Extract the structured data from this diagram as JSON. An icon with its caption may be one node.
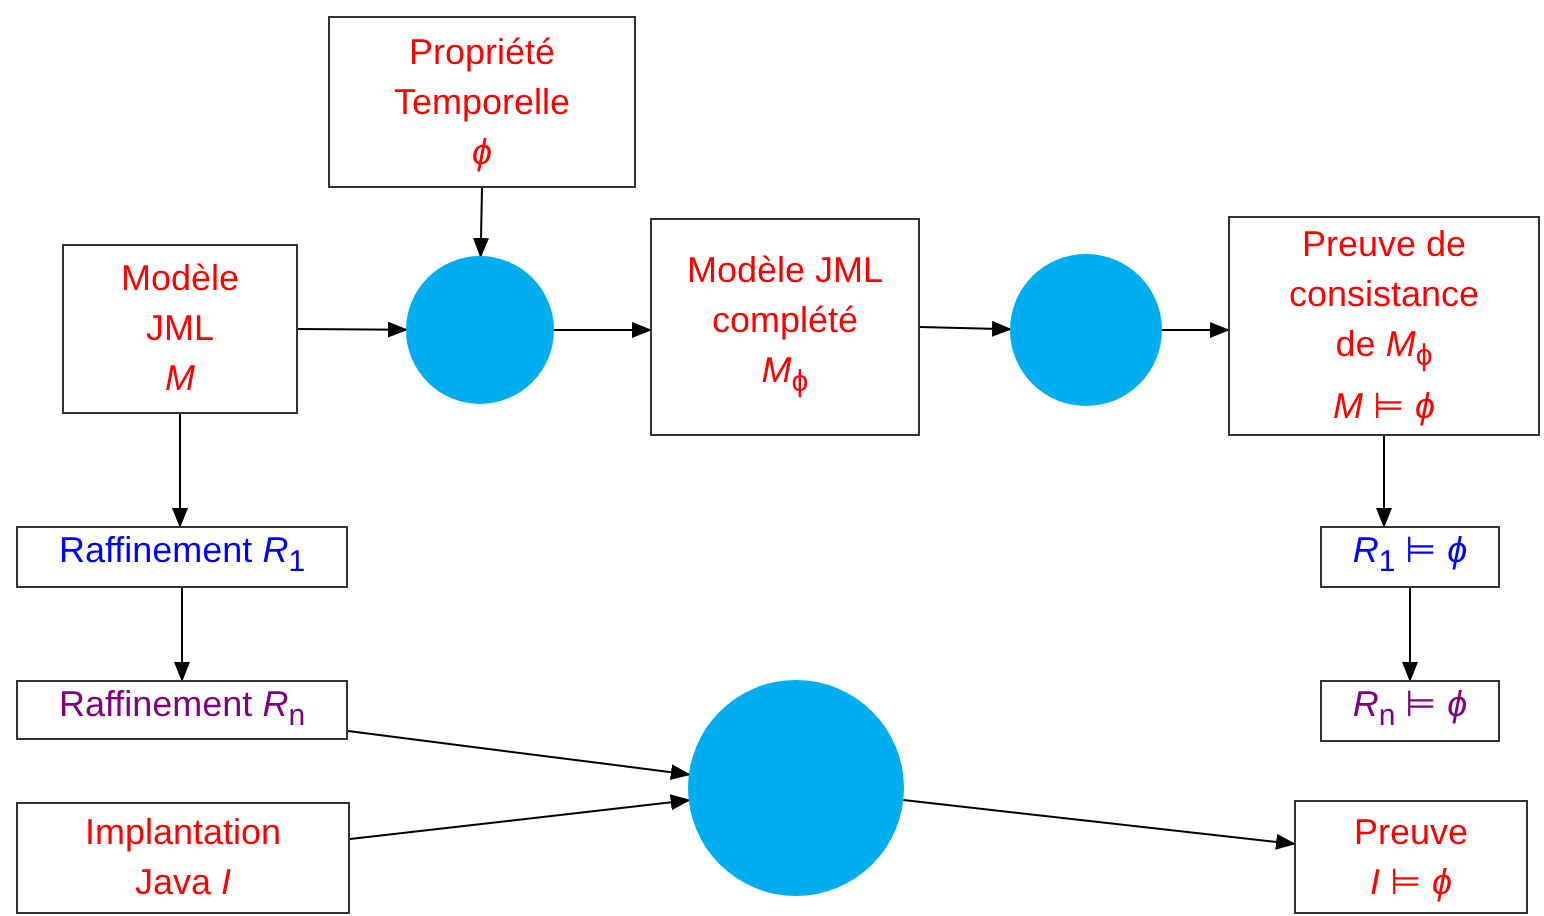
{
  "diagram": {
    "nodes": [
      {
        "text": [
          "Propriété Temporelle",
          "*ϕ*"
        ]
      },
      {
        "text": [
          "Modèle JML",
          "*M*"
        ]
      },
      {
        "text": [],
        "shape": "circle"
      },
      {
        "text": [
          "Modèle JML complété",
          "*M*$_{ϕ}$"
        ]
      },
      {
        "text": [],
        "shape": "circle"
      },
      {
        "text": [
          "Preuve de consistance de *M*$_{ϕ}$",
          "*M* ⊨ *ϕ*"
        ]
      },
      {
        "text": [
          "Raffinement *R*$_{1}$"
        ]
      },
      {
        "text": [
          "*R*$_{1}$ ⊨ *ϕ*"
        ]
      },
      {
        "text": [
          "Raffinement *R*$_{n}$"
        ]
      },
      {
        "text": [
          "*R*$_{n}$ ⊨ *ϕ*"
        ]
      },
      {
        "text": [],
        "shape": "circle"
      },
      {
        "text": [
          "Implantation Java *I*"
        ]
      },
      {
        "text": [
          "Preuve",
          "*I* ⊨ *ϕ*"
        ]
      }
    ],
    "edges": [
      {
        "from": 0,
        "to": 2,
        "arrow": "to"
      },
      {
        "from": 1,
        "to": 2,
        "arrow": "to"
      },
      {
        "from": 2,
        "to": 3,
        "arrow": "to"
      },
      {
        "from": 3,
        "to": 4,
        "arrow": "to"
      },
      {
        "from": 4,
        "to": 5,
        "arrow": "to"
      },
      {
        "from": 1,
        "to": 6,
        "arrow": "to"
      },
      {
        "from": 6,
        "to": 8,
        "arrow": "to"
      },
      {
        "from": 5,
        "to": 7,
        "arrow": "to"
      },
      {
        "from": 7,
        "to": 9,
        "arrow": "to"
      },
      {
        "from": 8,
        "to": 10,
        "arrow": "to"
      },
      {
        "from": 11,
        "to": 10,
        "arrow": "to"
      },
      {
        "from": 10,
        "to": 12,
        "arrow": "to"
      }
    ]
  }
}
